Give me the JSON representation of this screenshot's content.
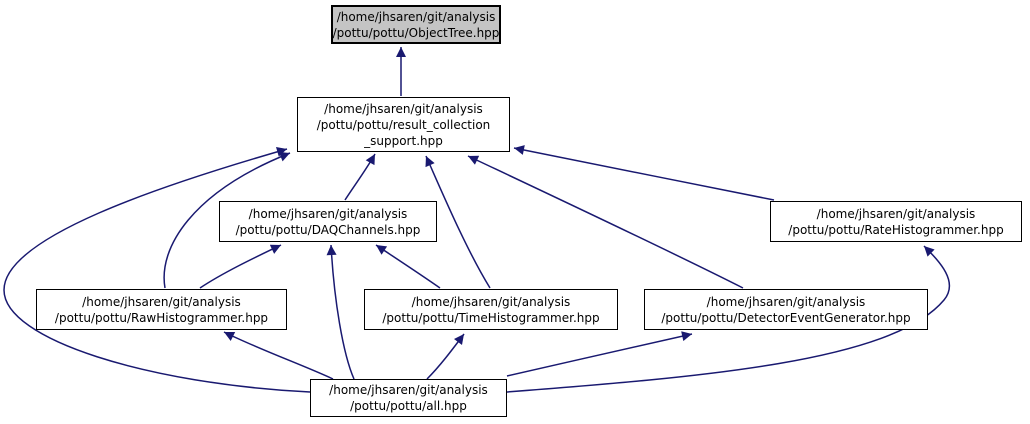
{
  "diagram": {
    "type": "include-dependency-graph",
    "background_color": "#ffffff",
    "edge_color": "#191970",
    "node_fill": "#ffffff",
    "node_border": "#000000",
    "highlight_fill": "#c4c4c4",
    "nodes": {
      "object_tree": {
        "label": "/home/jhsaren/git/analysis\n/pottu/pottu/ObjectTree.hpp",
        "highlighted": true
      },
      "result_collection_support": {
        "label": "/home/jhsaren/git/analysis\n/pottu/pottu/result_collection\n_support.hpp",
        "highlighted": false
      },
      "daq_channels": {
        "label": "/home/jhsaren/git/analysis\n/pottu/pottu/DAQChannels.hpp",
        "highlighted": false
      },
      "rate_histogrammer": {
        "label": "/home/jhsaren/git/analysis\n/pottu/pottu/RateHistogrammer.hpp",
        "highlighted": false
      },
      "raw_histogrammer": {
        "label": "/home/jhsaren/git/analysis\n/pottu/pottu/RawHistogrammer.hpp",
        "highlighted": false
      },
      "time_histogrammer": {
        "label": "/home/jhsaren/git/analysis\n/pottu/pottu/TimeHistogrammer.hpp",
        "highlighted": false
      },
      "detector_event_generator": {
        "label": "/home/jhsaren/git/analysis\n/pottu/pottu/DetectorEventGenerator.hpp",
        "highlighted": false
      },
      "all": {
        "label": "/home/jhsaren/git/analysis\n/pottu/pottu/all.hpp",
        "highlighted": false
      }
    },
    "edges": [
      {
        "from": "result_collection_support",
        "to": "object_tree"
      },
      {
        "from": "daq_channels",
        "to": "result_collection_support"
      },
      {
        "from": "rate_histogrammer",
        "to": "result_collection_support"
      },
      {
        "from": "raw_histogrammer",
        "to": "result_collection_support"
      },
      {
        "from": "time_histogrammer",
        "to": "result_collection_support"
      },
      {
        "from": "detector_event_generator",
        "to": "result_collection_support"
      },
      {
        "from": "raw_histogrammer",
        "to": "daq_channels"
      },
      {
        "from": "time_histogrammer",
        "to": "daq_channels"
      },
      {
        "from": "all",
        "to": "result_collection_support"
      },
      {
        "from": "all",
        "to": "raw_histogrammer"
      },
      {
        "from": "all",
        "to": "daq_channels"
      },
      {
        "from": "all",
        "to": "time_histogrammer"
      },
      {
        "from": "all",
        "to": "detector_event_generator"
      },
      {
        "from": "all",
        "to": "rate_histogrammer"
      }
    ]
  }
}
